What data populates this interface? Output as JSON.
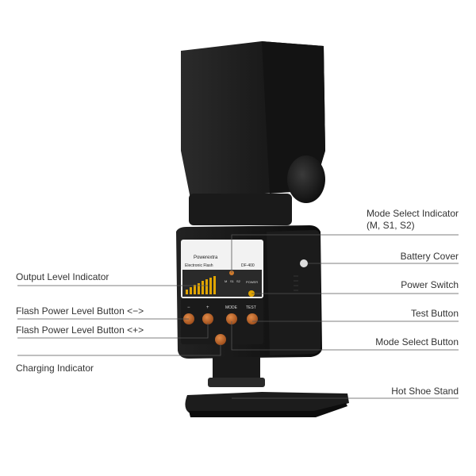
{
  "product": {
    "brand_label": "Powerextra",
    "panel_title": "Electronic Flash",
    "model": "DF-400",
    "mode_indicators": [
      "M",
      "S1",
      "S2"
    ],
    "power_label": "POWER",
    "button_labels": [
      "−",
      "+",
      "MODE",
      "TEST"
    ]
  },
  "callouts": {
    "left": [
      {
        "id": "output-level",
        "text": "Output Level Indicator"
      },
      {
        "id": "flash-minus",
        "text": "Flash Power Level Button <−>"
      },
      {
        "id": "flash-plus",
        "text": "Flash Power Level Button <+>"
      },
      {
        "id": "charging",
        "text": "Charging Indicator"
      }
    ],
    "right": [
      {
        "id": "mode-select-indicator",
        "line1": "Mode Select Indicator",
        "line2": "(M, S1, S2)"
      },
      {
        "id": "battery-cover",
        "text": "Battery Cover"
      },
      {
        "id": "power-switch",
        "text": "Power Switch"
      },
      {
        "id": "test-button",
        "text": "Test Button"
      },
      {
        "id": "mode-select-button",
        "text": "Mode Select Button"
      },
      {
        "id": "hot-shoe",
        "text": "Hot Shoe Stand"
      }
    ]
  },
  "colors": {
    "body": "#161616",
    "head": "#1e1e1e",
    "panel": "#f2f2f2",
    "display": "#2a2a2a",
    "button": "#c8692a",
    "level_bar": "#e0a400",
    "leader": "#555555"
  }
}
